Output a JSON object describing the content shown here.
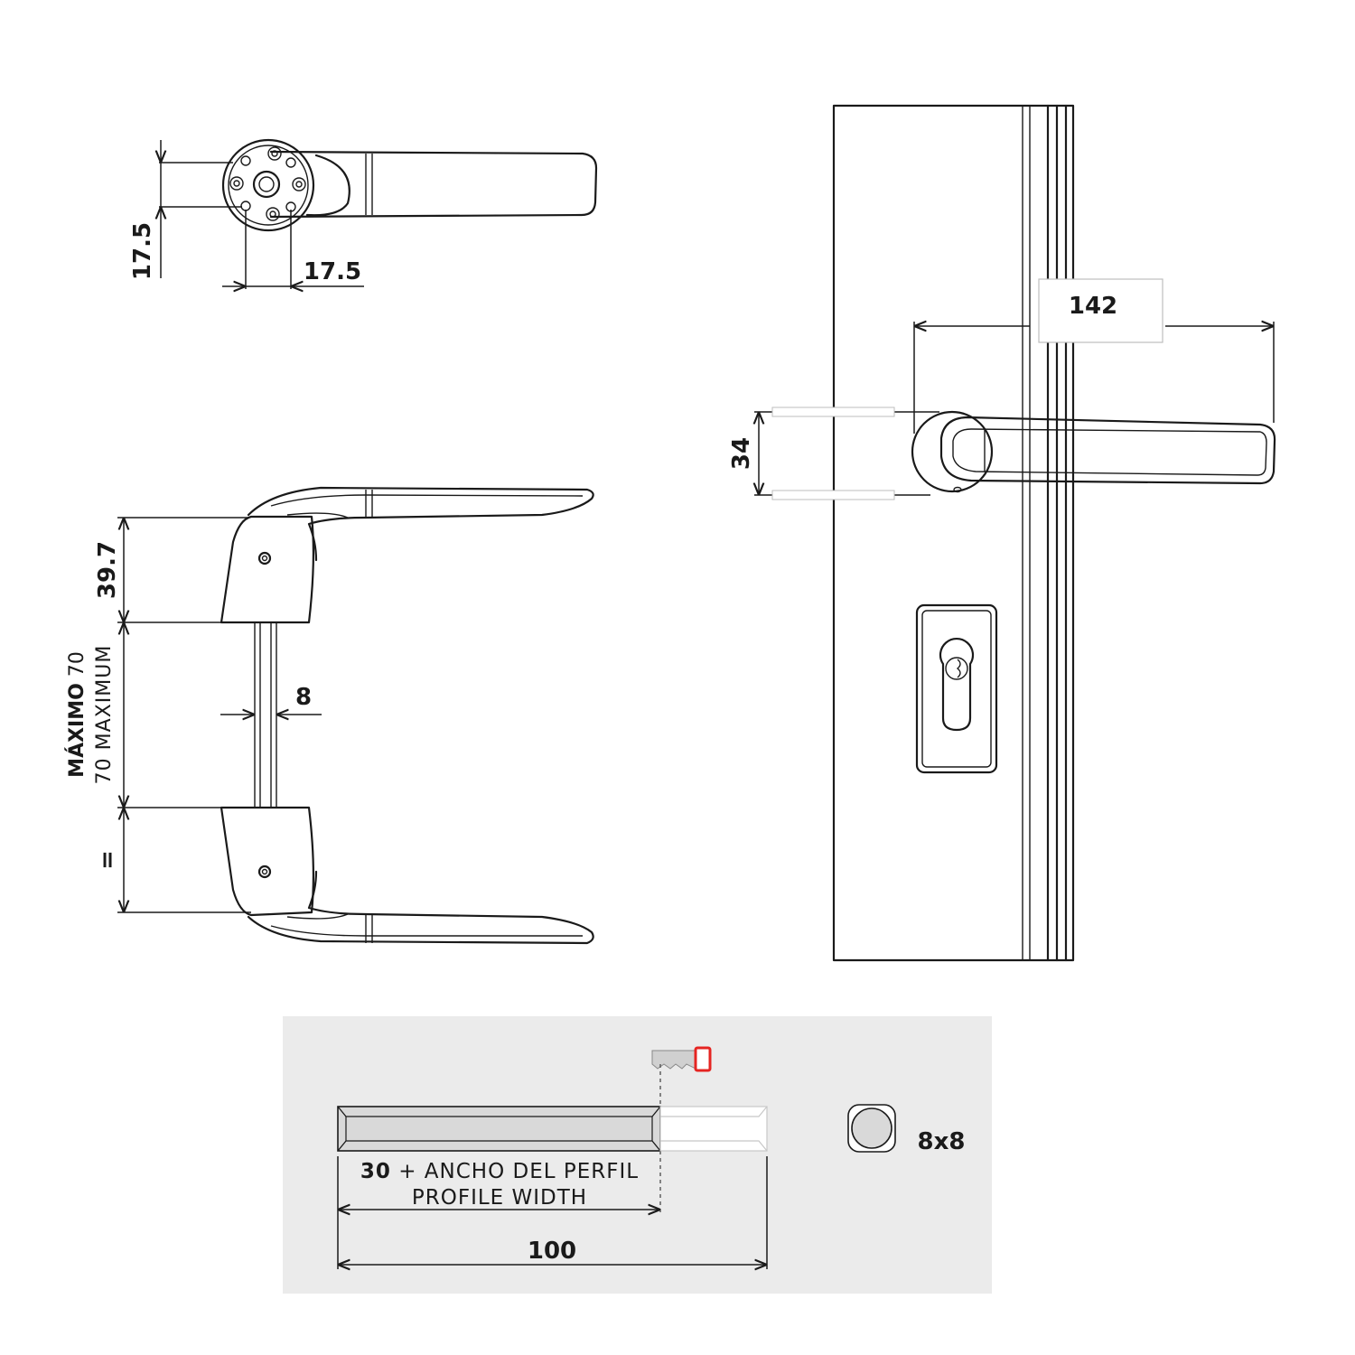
{
  "top_view": {
    "dim_vertical": "17.5",
    "dim_horizontal": "17.5"
  },
  "side_view": {
    "dim_rose_height": "39.7",
    "dim_spindle": "8",
    "dim_equal": "=",
    "max_label_es_bold": "MÁXIMO",
    "max_label_es_value": " 70",
    "max_label_en": "70 MAXIMUM"
  },
  "door_view": {
    "dim_handle_length": "142",
    "dim_rose_offset": "34"
  },
  "spindle_panel": {
    "cut_length_number": "30",
    "cut_length_text": " + ANCHO DEL PERFIL",
    "cut_length_text_en": "PROFILE WIDTH",
    "total_length": "100",
    "square_size": "8x8",
    "colors": {
      "panel_bg": "#ebebeb",
      "saw_red": "#e52421",
      "spindle_fill": "#d9d9d9"
    }
  }
}
